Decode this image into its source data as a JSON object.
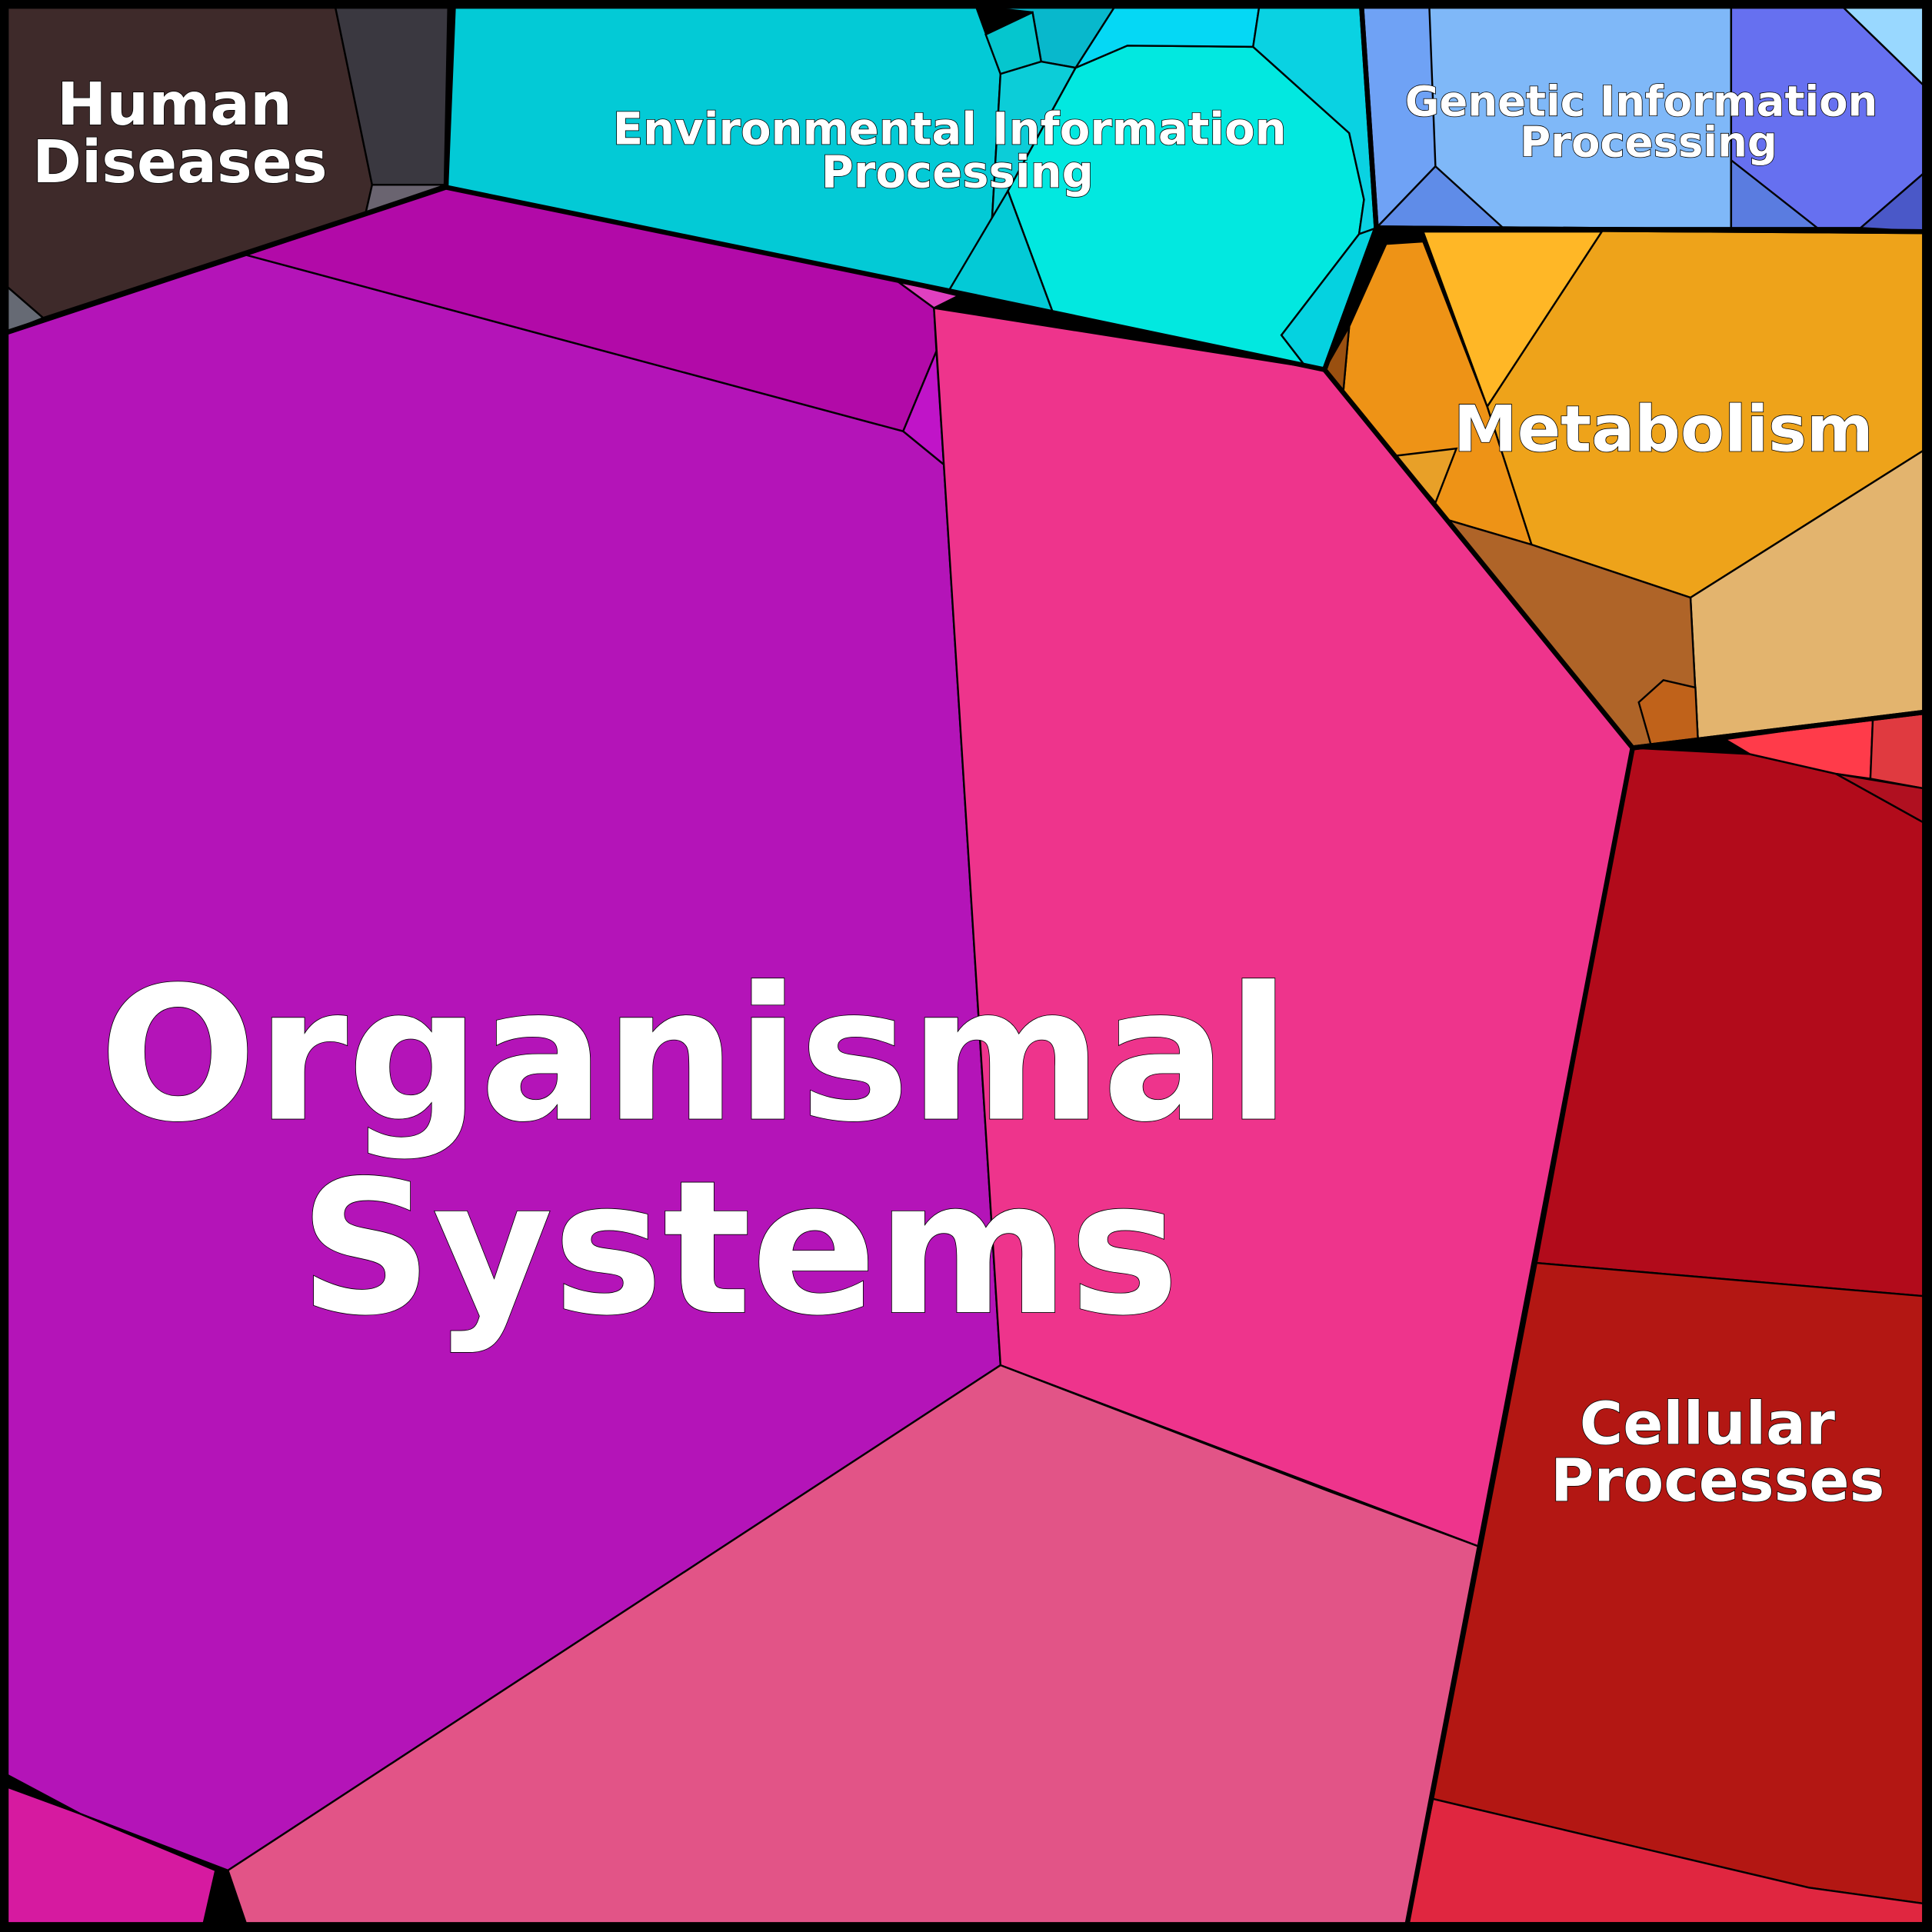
{
  "diagram": {
    "type": "voronoi-treemap",
    "categories": [
      {
        "label": "Organismal Systems",
        "lines": [
          "Organismal",
          "Systems"
        ],
        "color": "#B414B8"
      },
      {
        "label": "Human Diseases",
        "lines": [
          "Human",
          "Diseases"
        ],
        "color": "#3E2A2A"
      },
      {
        "label": "Environmental Information Processing",
        "lines": [
          "Environmental Information",
          "Processing"
        ],
        "color": "#03CAD6"
      },
      {
        "label": "Genetic Information Processing",
        "lines": [
          "Genetic Information",
          "Processing"
        ],
        "color": "#7FB8F8"
      },
      {
        "label": "Metabolism",
        "lines": [
          "Metabolism"
        ],
        "color": "#EEA31A"
      },
      {
        "label": "Cellular Processes",
        "lines": [
          "Cellular",
          "Processes"
        ],
        "color": "#B20B1B"
      }
    ]
  }
}
